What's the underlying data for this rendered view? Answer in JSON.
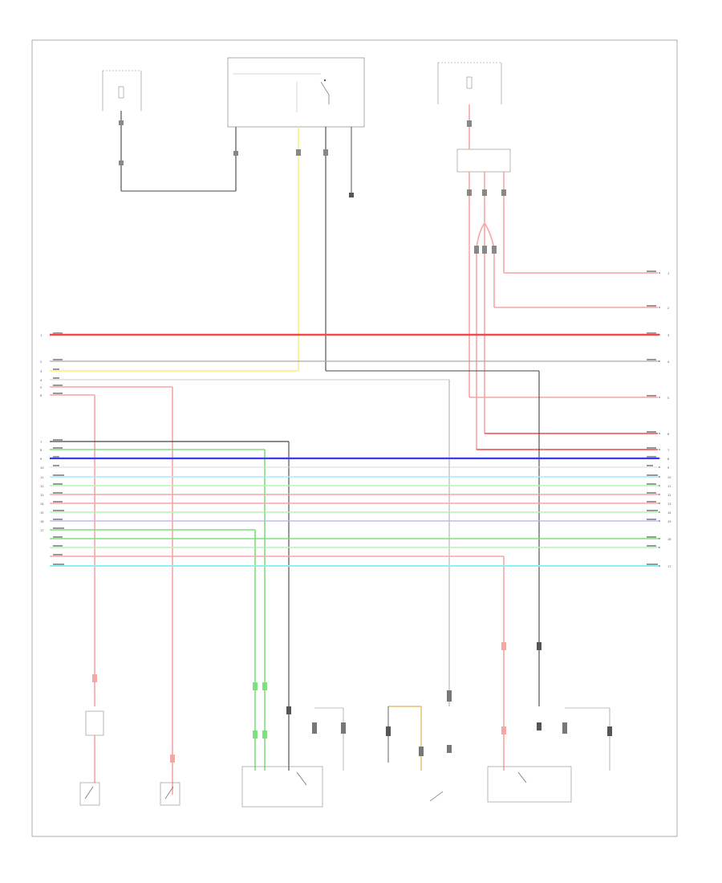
{
  "page": {
    "tag": ""
  },
  "wires": {
    "left_numbers": [
      "1",
      "2",
      "3",
      "4",
      "5",
      "6",
      "7",
      "8",
      "9",
      "10",
      "11",
      "12",
      "13",
      "14",
      "15",
      "16",
      "17"
    ],
    "right_numbers": [
      "1",
      "2",
      "3",
      "4",
      "5",
      "6",
      "7",
      "8",
      "9",
      "10",
      "11",
      "12",
      "13",
      "14",
      "15",
      "16",
      "17"
    ]
  },
  "colors": {
    "red": "#f24a4a",
    "pink": "#f7a6a6",
    "yellow": "#f4ef7a",
    "black": "#333333",
    "gray": "#aaaaaa",
    "green": "#7ce07c",
    "light_green": "#b9f0b9",
    "blue": "#3a3af0",
    "light_blue": "#a8d8f8",
    "cyan": "#8ff0f0",
    "violet": "#c8b8f0",
    "orange": "#e0b050",
    "frame": "#888888"
  }
}
